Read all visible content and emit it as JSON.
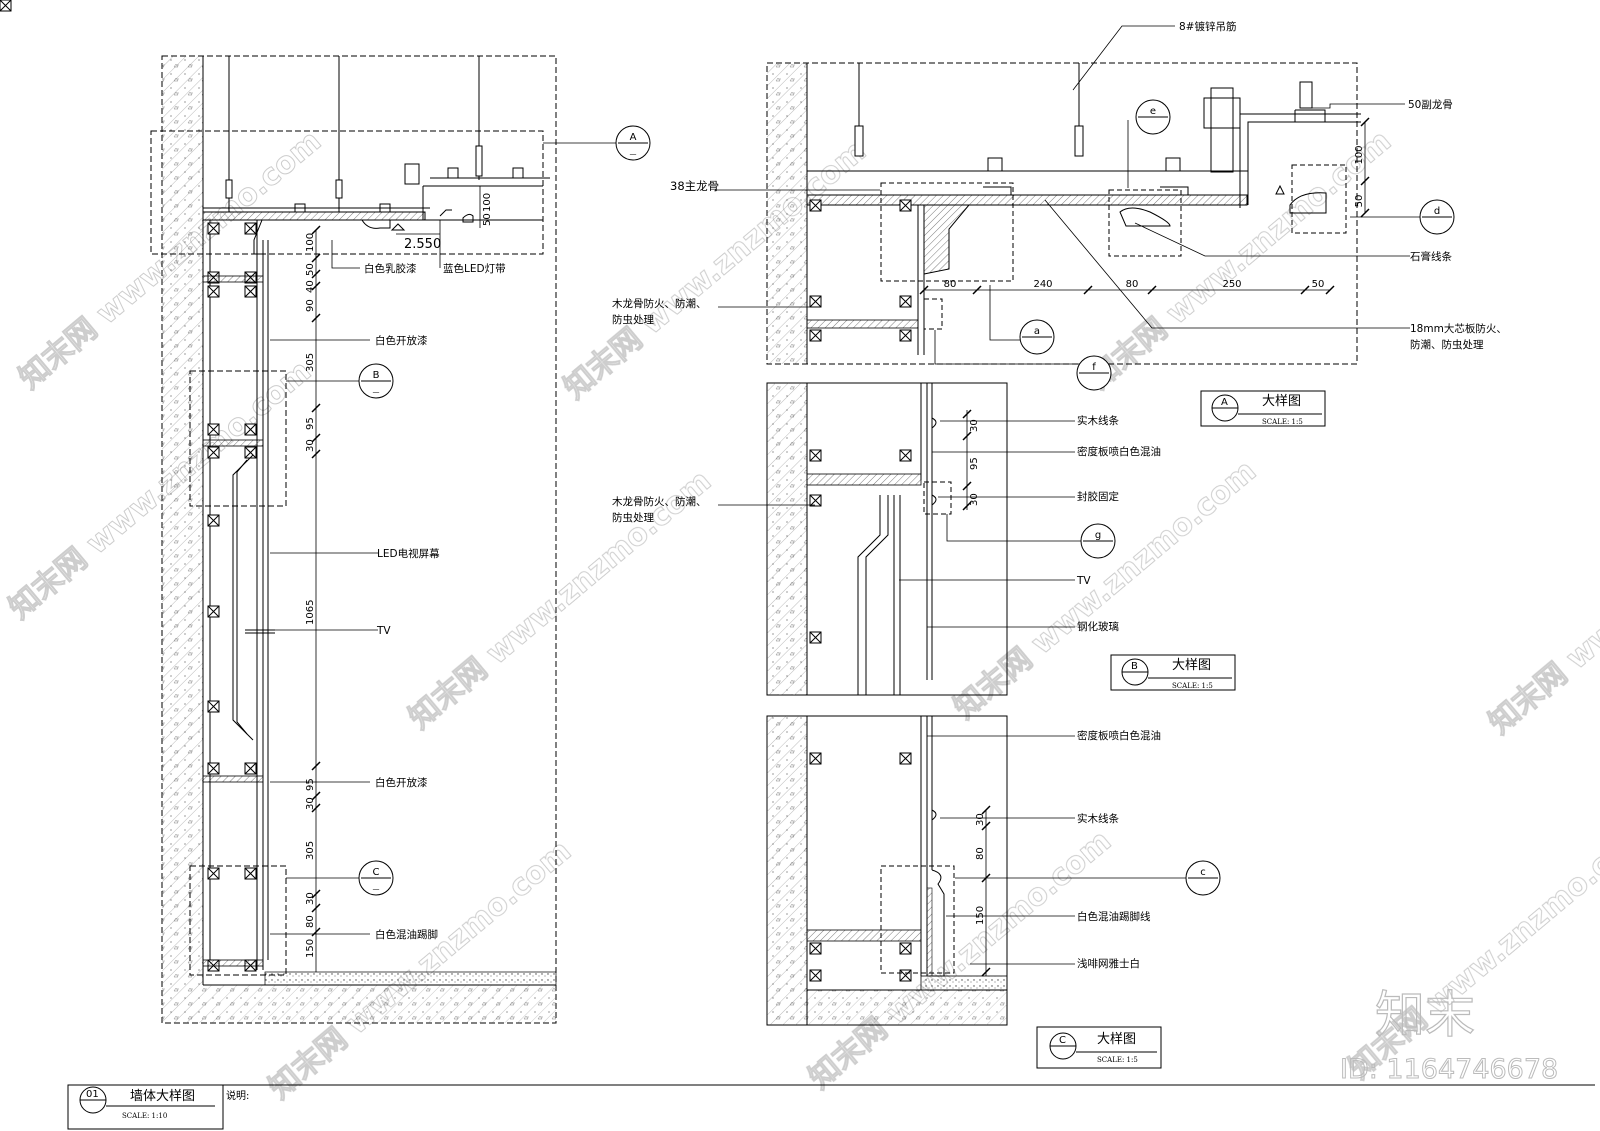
{
  "watermark": {
    "site": "知末网 www.znzmo.com",
    "logo": "知末",
    "id": "ID: 1164746678"
  },
  "title_bar": {
    "number": "01",
    "title": "墙体大样图",
    "scale": "SCALE: 1:10",
    "note_label": "说明:"
  },
  "main_section": {
    "labels": {
      "latex_paint": "白色乳胶漆",
      "led_strip": "蓝色LED灯带",
      "open_paint_1": "白色开放漆",
      "led_screen": "LED电视屏幕",
      "tv": "TV",
      "open_paint_2": "白色开放漆",
      "skirting": "白色混油踢脚"
    },
    "level": "2.550",
    "dims": [
      "100",
      "50",
      "40",
      "90",
      "305",
      "95",
      "30",
      "1065",
      "95",
      "30",
      "305",
      "30",
      "80",
      "150",
      "50",
      "100"
    ],
    "callouts": {
      "A": "A",
      "B": "B",
      "C": "C",
      "dash": "—"
    }
  },
  "detail_a": {
    "labels": {
      "hanger": "8#镀锌吊筋",
      "sub_keel": "50副龙骨",
      "main_keel": "38主龙骨",
      "wood_keel_1": "木龙骨防火、防潮、",
      "wood_keel_2": "防虫处理",
      "plaster_line": "石膏线条",
      "board_1": "18mm大芯板防火、",
      "board_2": "防潮、防虫处理"
    },
    "dims_h": [
      "80",
      "240",
      "80",
      "250",
      "50"
    ],
    "dims_v": [
      "100",
      "50"
    ],
    "bubbles": [
      "e",
      "d",
      "a",
      "f"
    ],
    "caption": {
      "letter": "A",
      "title": "大样图",
      "scale": "SCALE: 1:5"
    }
  },
  "detail_b": {
    "labels": {
      "solid_wood": "实木线条",
      "mdf": "密度板喷白色混油",
      "wood_keel_1": "木龙骨防火、防潮、",
      "wood_keel_2": "防虫处理",
      "glue": "封胶固定",
      "tv": "TV",
      "glass": "钢化玻璃"
    },
    "dims_v": [
      "30",
      "95",
      "30"
    ],
    "bubbles": [
      "g"
    ],
    "caption": {
      "letter": "B",
      "title": "大样图",
      "scale": "SCALE: 1:5"
    }
  },
  "detail_c": {
    "labels": {
      "mdf": "密度板喷白色混油",
      "solid_wood": "实木线条",
      "skirting": "白色混油踢脚线",
      "stone": "浅啡网雅士白"
    },
    "dims_v": [
      "30",
      "80",
      "150"
    ],
    "bubbles": [
      "c"
    ],
    "caption": {
      "letter": "C",
      "title": "大样图",
      "scale": "SCALE: 1:5"
    }
  }
}
